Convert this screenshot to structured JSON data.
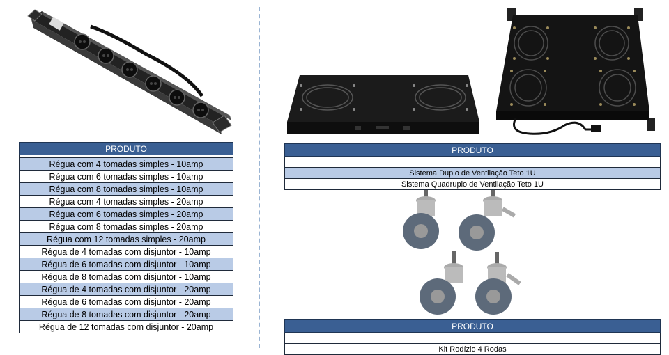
{
  "left": {
    "header": "PRODUTO",
    "rows": [
      "Régua com 4 tomadas simples - 10amp",
      "Régua com 6 tomadas simples - 10amp",
      "Régua com 8 tomadas simples - 10amp",
      "Régua com 4 tomadas simples - 20amp",
      "Régua com 6 tomadas simples - 20amp",
      "Régua com 8 tomadas simples - 20amp",
      "Régua com 12 tomadas simples - 20amp",
      "Régua de 4 tomadas com disjuntor - 10amp",
      "Régua de 6 tomadas com disjuntor - 10amp",
      "Régua de 8 tomadas com disjuntor - 10amp",
      "Régua de 4 tomadas com disjuntor - 20amp",
      "Régua de 6 tomadas com disjuntor - 20amp",
      "Régua de 8 tomadas com disjuntor - 20amp",
      "Régua de 12 tomadas com disjuntor - 20amp"
    ]
  },
  "fans": {
    "header": "PRODUTO",
    "rows": [
      "Sistema Duplo de Ventilação Teto 1U",
      "Sistema Quadruplo de Ventilação Teto 1U"
    ]
  },
  "casters": {
    "header": "PRODUTO",
    "rows": [
      "Kit Rodízio 4 Rodas"
    ]
  },
  "colors": {
    "header_bg": "#3a5f93",
    "row_blue": "#b9cbe6",
    "divider": "#9ab4d3"
  }
}
